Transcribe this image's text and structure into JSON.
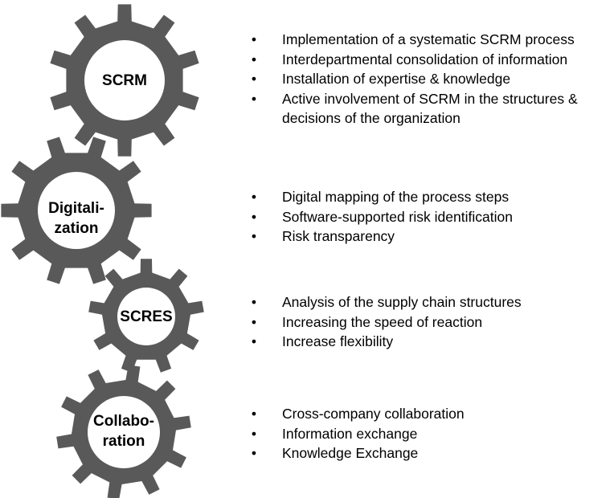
{
  "colors": {
    "gear": "#595959",
    "hole": "#ffffff",
    "text": "#000000"
  },
  "gears": [
    {
      "id": "scrm",
      "label": "SCRM",
      "items": [
        "Implementation of a systematic SCRM process",
        "Interdepartmental consolidation of information",
        "Installation of expertise & knowledge",
        "Active involvement of SCRM in the structures & decisions of the organization"
      ]
    },
    {
      "id": "digitalization",
      "label": "Digitali-\nzation",
      "items": [
        "Digital mapping of the process steps",
        "Software-supported risk identification",
        "Risk transparency"
      ]
    },
    {
      "id": "scres",
      "label": "SCRES",
      "items": [
        "Analysis of the supply chain structures",
        "Increasing the speed of reaction",
        "Increase flexibility"
      ]
    },
    {
      "id": "collaboration",
      "label": "Collabo-\nration",
      "items": [
        "Cross-company collaboration",
        "Information exchange",
        "Knowledge Exchange"
      ]
    }
  ]
}
